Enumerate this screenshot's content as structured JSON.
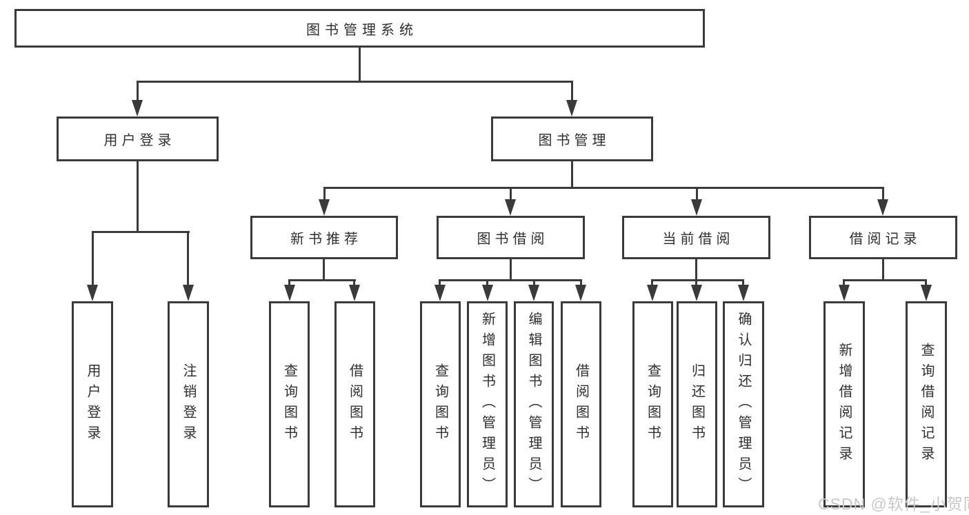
{
  "diagram": {
    "title": "图书管理系统",
    "level2": [
      "用户登录",
      "图书管理"
    ],
    "level3": [
      "新书推荐",
      "图书借阅",
      "当前借阅",
      "借阅记录"
    ],
    "leaves": {
      "user_login": [
        "用户登录",
        "注销登录"
      ],
      "new_book": [
        "查询图书",
        "借阅图书"
      ],
      "book_borrow": [
        "查询图书",
        "新增图书（管理员）",
        "编辑图书（管理员）",
        "借阅图书"
      ],
      "current_borrow": [
        "查询图书",
        "归还图书",
        "确认归还（管理员）"
      ],
      "borrow_record": [
        "新增借阅记录",
        "查询借阅记录"
      ]
    }
  },
  "watermark": "CSDN @软件_小贺同学",
  "colors": {
    "line": "#3a3a3a",
    "text": "#2f2f2f",
    "watermark": "#c8c8c8"
  }
}
